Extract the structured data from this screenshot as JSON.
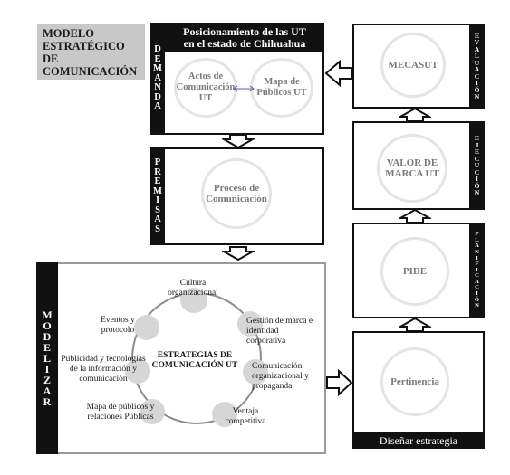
{
  "title": {
    "lines": [
      "MODELO",
      "ESTRATÉGICO",
      "DE",
      "COMUNICACIÓN"
    ]
  },
  "demanda": {
    "side": "DEMANDA",
    "header_lines": [
      "Posicionamiento de las UT",
      "en el estado de Chihuahua"
    ],
    "left_circle": "Actos de Comunicación UT",
    "right_circle": "Mapa de Públicos UT"
  },
  "premisas": {
    "side": "PREMISAS",
    "circle": "Proceso de Comunicación"
  },
  "modelizar": {
    "side": "MODELIZAR",
    "center": "ESTRATEGIAS DE COMUNICACIÓN UT",
    "items": [
      "Cultura organizacional",
      "Gestión de marca e identidad corporativa",
      "Comunicación organizacional y propaganda",
      "Ventaja competitiva",
      "Mapa de públicos y relaciones Públicas",
      "Publicidad y tecnologías de la información y comunicación",
      "Eventos y protocolo"
    ]
  },
  "evaluacion": {
    "side": "EVALUACIÓN",
    "circle": "MECASUT"
  },
  "ejecucion": {
    "side": "EJECUCIÓN",
    "circle": "VALOR DE MARCA UT"
  },
  "planificacion": {
    "side": "PLANIFICACIÓN",
    "circle": "PIDE"
  },
  "disenar": {
    "circle": "Pertinencia",
    "footer": "Diseñar estrategia"
  },
  "colors": {
    "frame": "#111111",
    "circle_border": "#e4e4e4",
    "title_bg": "#c8c8c8",
    "node": "#d6d6d6"
  }
}
